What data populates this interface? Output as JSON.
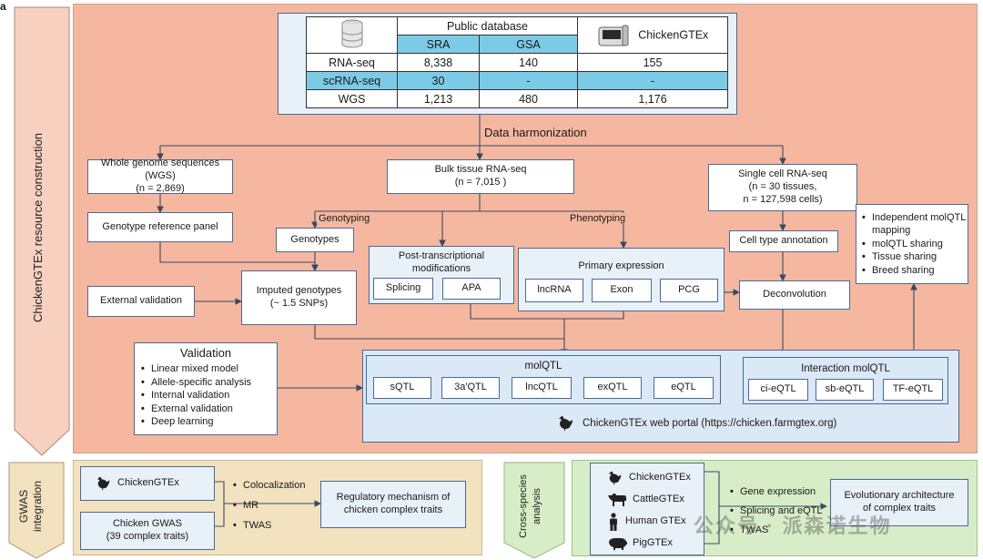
{
  "panel_letter": "a",
  "sections": {
    "resource": "ChickenGTEx resource construction",
    "gwas": "GWAS integration",
    "cross": "Cross-species analysis"
  },
  "table": {
    "header_public": "Public database",
    "header_sra": "SRA",
    "header_gsa": "GSA",
    "header_gtex": "ChickenGTEx",
    "rows": [
      {
        "label": "RNA-seq",
        "sra": "8,338",
        "gsa": "140",
        "gtex": "155"
      },
      {
        "label": "scRNA-seq",
        "sra": "30",
        "gsa": "-",
        "gtex": "-"
      },
      {
        "label": "WGS",
        "sra": "1,213",
        "gsa": "480",
        "gtex": "1,176"
      }
    ]
  },
  "harmonization": "Data harmonization",
  "wgs": {
    "line1": "Whole genome sequences (WGS)",
    "line2": "(n = 2,869)"
  },
  "bulk": {
    "line1": "Bulk tissue RNA-seq",
    "line2": "(n = 7,015 )"
  },
  "single": {
    "line1": "Single cell RNA-seq",
    "line2": "(n = 30 tissues,",
    "line3": "n = 127,598 cells)"
  },
  "genotype_panel": "Genotype reference panel",
  "genotyping": "Genotyping",
  "phenotyping": "Phenotyping",
  "genotypes": "Genotypes",
  "cell_type": "Cell type annotation",
  "post_trans": {
    "line1": "Post-transcriptional",
    "line2": "modifications",
    "splicing": "Splicing",
    "apa": "APA"
  },
  "primary": {
    "title": "Primary expression",
    "lncrna": "lncRNA",
    "exon": "Exon",
    "pcg": "PCG"
  },
  "external_validation": "External validation",
  "imputed": {
    "line1": "Imputed genotypes",
    "line2": "(~ 1.5 SNPs)"
  },
  "deconvolution": "Deconvolution",
  "sharing": [
    "Independent molQTL mapping",
    "molQTL sharing",
    "Tissue sharing",
    "Breed sharing"
  ],
  "validation": {
    "title": "Validation",
    "items": [
      "Linear mixed model",
      "Allele-specific analysis",
      "Internal validation",
      "External validation",
      "Deep learning"
    ]
  },
  "molqtl": {
    "title": "molQTL",
    "items": [
      "sQTL",
      "3a′QTL",
      "lncQTL",
      "exQTL",
      "eQTL"
    ]
  },
  "interaction": {
    "title": "Interaction molQTL",
    "items": [
      "ci-eQTL",
      "sb-eQTL",
      "TF-eQTL"
    ]
  },
  "portal": "ChickenGTEx web portal (https://chicken.farmgtex.org)",
  "gwas_panel": {
    "gtex": "ChickenGTEx",
    "gwas_line1": "Chicken GWAS",
    "gwas_line2": "(39 complex traits)",
    "methods": [
      "Colocalization",
      "MR",
      "TWAS"
    ],
    "result_line1": "Regulatory mechanism of",
    "result_line2": "chicken complex traits"
  },
  "cross_panel": {
    "species": [
      "ChickenGTEx",
      "CattleGTEx",
      "Human GTEx",
      "PigGTEx"
    ],
    "methods": [
      "Gene expression",
      "Splicing and eQTL",
      "TWAS"
    ],
    "result_line1": "Evolutionary architecture",
    "result_line2": "of complex traits"
  },
  "watermark": "公众号 · 派森诺生物",
  "colors": {
    "salmon": "#f5b7a0",
    "tan": "#f2e2bf",
    "green": "#d7edc7",
    "blue_fill": "#dbe8f6",
    "border": "#4a6a92",
    "light_panel": "#e8f0f8"
  }
}
